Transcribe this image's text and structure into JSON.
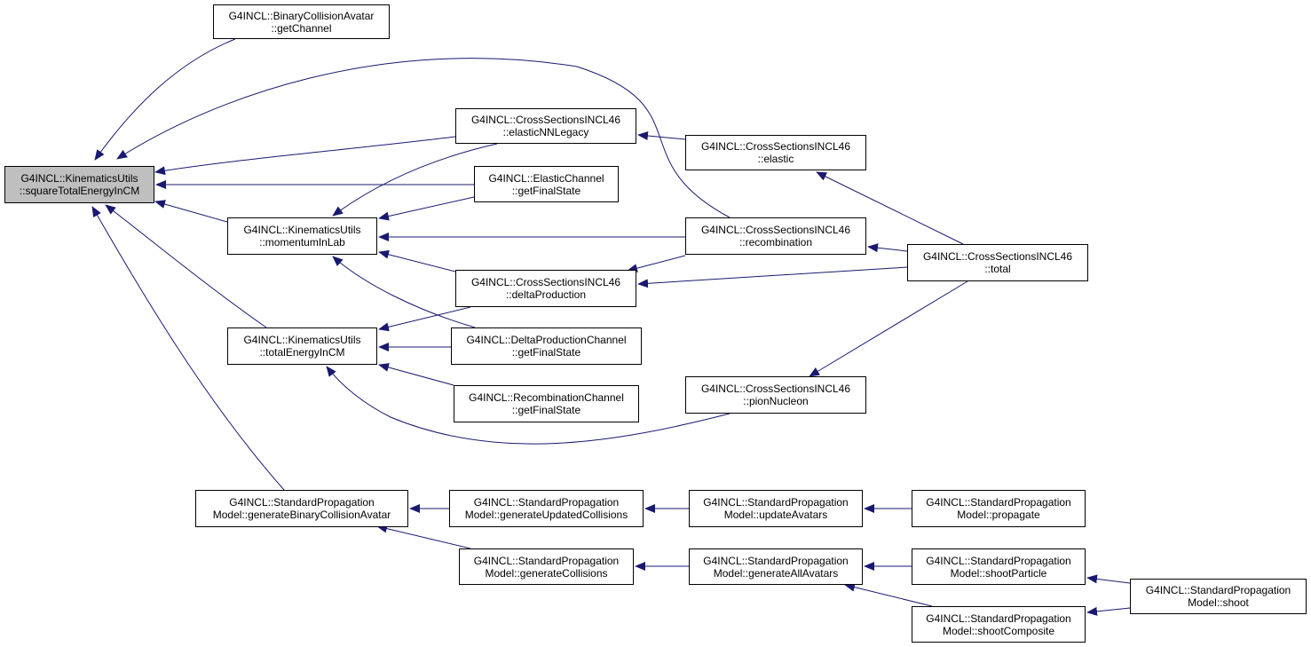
{
  "nodes": {
    "root": [
      "G4INCL::KinematicsUtils",
      "::squareTotalEnergyInCM"
    ],
    "getChannel": [
      "G4INCL::BinaryCollisionAvatar",
      "::getChannel"
    ],
    "elasticNNLegacy": [
      "G4INCL::CrossSectionsINCL46",
      "::elasticNNLegacy"
    ],
    "elastic": [
      "G4INCL::CrossSectionsINCL46",
      "::elastic"
    ],
    "elasticChannel": [
      "G4INCL::ElasticChannel",
      "::getFinalState"
    ],
    "momentumInLab": [
      "G4INCL::KinematicsUtils",
      "::momentumInLab"
    ],
    "recombination": [
      "G4INCL::CrossSectionsINCL46",
      "::recombination"
    ],
    "total": [
      "G4INCL::CrossSectionsINCL46",
      "::total"
    ],
    "deltaProduction": [
      "G4INCL::CrossSectionsINCL46",
      "::deltaProduction"
    ],
    "totalEnergyInCM": [
      "G4INCL::KinematicsUtils",
      "::totalEnergyInCM"
    ],
    "deltaProdChannel": [
      "G4INCL::DeltaProductionChannel",
      "::getFinalState"
    ],
    "recombChannel": [
      "G4INCL::RecombinationChannel",
      "::getFinalState"
    ],
    "pionNucleon": [
      "G4INCL::CrossSectionsINCL46",
      "::pionNucleon"
    ],
    "genBinaryColl": [
      "G4INCL::StandardPropagation",
      "Model::generateBinaryCollisionAvatar"
    ],
    "genUpdatedColl": [
      "G4INCL::StandardPropagation",
      "Model::generateUpdatedCollisions"
    ],
    "updateAvatars": [
      "G4INCL::StandardPropagation",
      "Model::updateAvatars"
    ],
    "propagate": [
      "G4INCL::StandardPropagation",
      "Model::propagate"
    ],
    "genCollisions": [
      "G4INCL::StandardPropagation",
      "Model::generateCollisions"
    ],
    "genAllAvatars": [
      "G4INCL::StandardPropagation",
      "Model::generateAllAvatars"
    ],
    "shootParticle": [
      "G4INCL::StandardPropagation",
      "Model::shootParticle"
    ],
    "shootComposite": [
      "G4INCL::StandardPropagation",
      "Model::shootComposite"
    ],
    "shoot": [
      "G4INCL::StandardPropagation",
      "Model::shoot"
    ]
  },
  "edges": [
    [
      "getChannel",
      "root"
    ],
    [
      "recombination",
      "root"
    ],
    [
      "elasticNNLegacy",
      "root"
    ],
    [
      "elasticChannel",
      "root"
    ],
    [
      "momentumInLab",
      "root"
    ],
    [
      "totalEnergyInCM",
      "root"
    ],
    [
      "genBinaryColl",
      "root"
    ],
    [
      "elasticNNLegacy",
      "momentumInLab"
    ],
    [
      "elasticChannel",
      "momentumInLab"
    ],
    [
      "recombination",
      "momentumInLab"
    ],
    [
      "deltaProduction",
      "momentumInLab"
    ],
    [
      "deltaProdChannel",
      "momentumInLab"
    ],
    [
      "deltaProduction",
      "totalEnergyInCM"
    ],
    [
      "deltaProdChannel",
      "totalEnergyInCM"
    ],
    [
      "recombChannel",
      "totalEnergyInCM"
    ],
    [
      "pionNucleon",
      "totalEnergyInCM"
    ],
    [
      "elastic",
      "elasticNNLegacy"
    ],
    [
      "total",
      "elastic"
    ],
    [
      "total",
      "recombination"
    ],
    [
      "recombination",
      "deltaProduction"
    ],
    [
      "total",
      "deltaProduction"
    ],
    [
      "total",
      "pionNucleon"
    ],
    [
      "genUpdatedColl",
      "genBinaryColl"
    ],
    [
      "genCollisions",
      "genBinaryColl"
    ],
    [
      "updateAvatars",
      "genUpdatedColl"
    ],
    [
      "propagate",
      "updateAvatars"
    ],
    [
      "genAllAvatars",
      "genCollisions"
    ],
    [
      "shootParticle",
      "genAllAvatars"
    ],
    [
      "shootComposite",
      "genAllAvatars"
    ],
    [
      "shoot",
      "shootParticle"
    ],
    [
      "shoot",
      "shootComposite"
    ]
  ]
}
